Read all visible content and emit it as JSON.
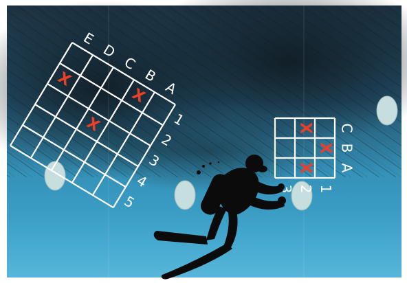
{
  "scene": {
    "water_top": "#1d3344",
    "water_bottom": "#3ea6cf",
    "mark_color": "#e8402a",
    "egg_color": "#c6dedd",
    "diver_color": "#0b0b0b",
    "diver_icon": "scuba-diver-silhouette",
    "egg_icon": "oval-egg"
  },
  "grids": [
    {
      "id": "large",
      "rows": [
        "A",
        "B",
        "C",
        "D",
        "E"
      ],
      "cols": [
        "1",
        "2",
        "3",
        "4",
        "5"
      ],
      "marks": [
        {
          "row": "B",
          "col": "1",
          "symbol": "X"
        },
        {
          "row": "C",
          "col": "3",
          "symbol": "X"
        },
        {
          "row": "E",
          "col": "2",
          "symbol": "X"
        }
      ]
    },
    {
      "id": "small",
      "rows": [
        "A",
        "B",
        "C"
      ],
      "cols": [
        "1",
        "2",
        "3"
      ],
      "marks": [
        {
          "row": "B",
          "col": "1",
          "symbol": "X"
        },
        {
          "row": "A",
          "col": "2",
          "symbol": "X"
        },
        {
          "row": "C",
          "col": "2",
          "symbol": "X"
        }
      ]
    }
  ]
}
